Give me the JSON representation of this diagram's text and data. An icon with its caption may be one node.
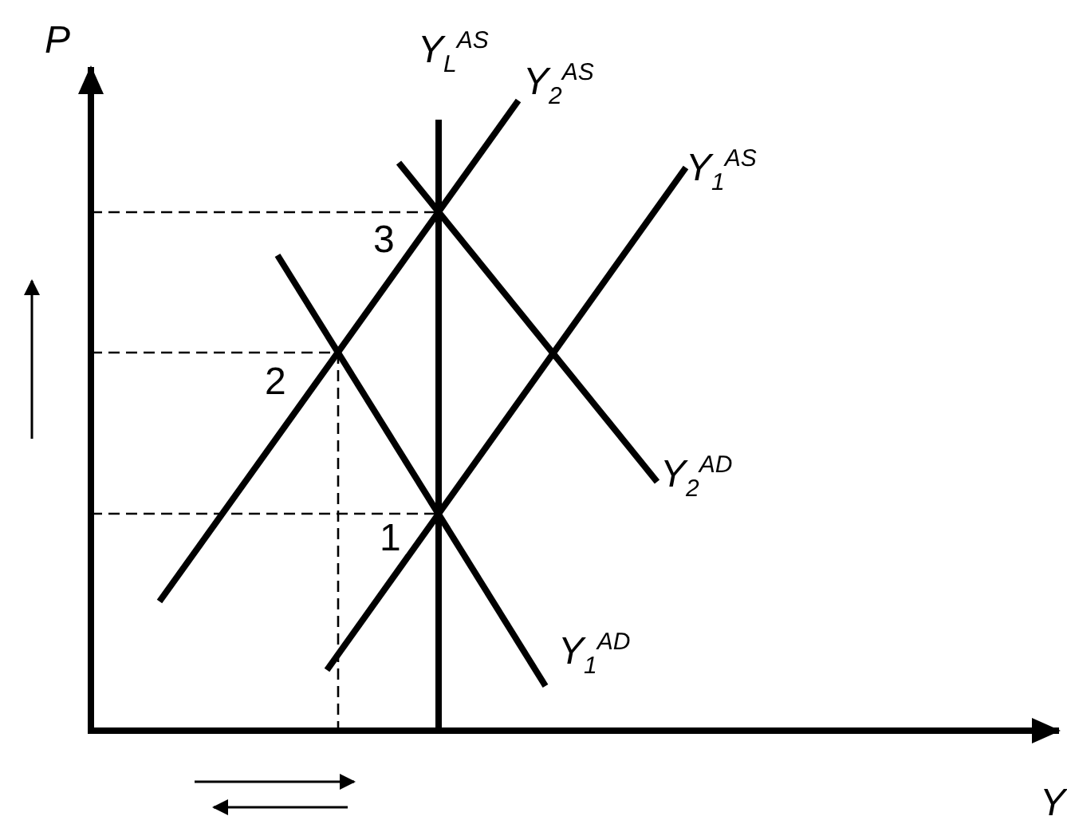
{
  "diagram": {
    "labels": [
      "P",
      "Y$_{L}$$^{AS}$",
      "Y$_{2}$$^{AS}$",
      "Y$_{1}$$^{AS}$",
      "3",
      "2",
      "Y$_{2}$$^{AD}$",
      "1",
      "Y$_{1}$$^{AD}$",
      "Y"
    ]
  }
}
